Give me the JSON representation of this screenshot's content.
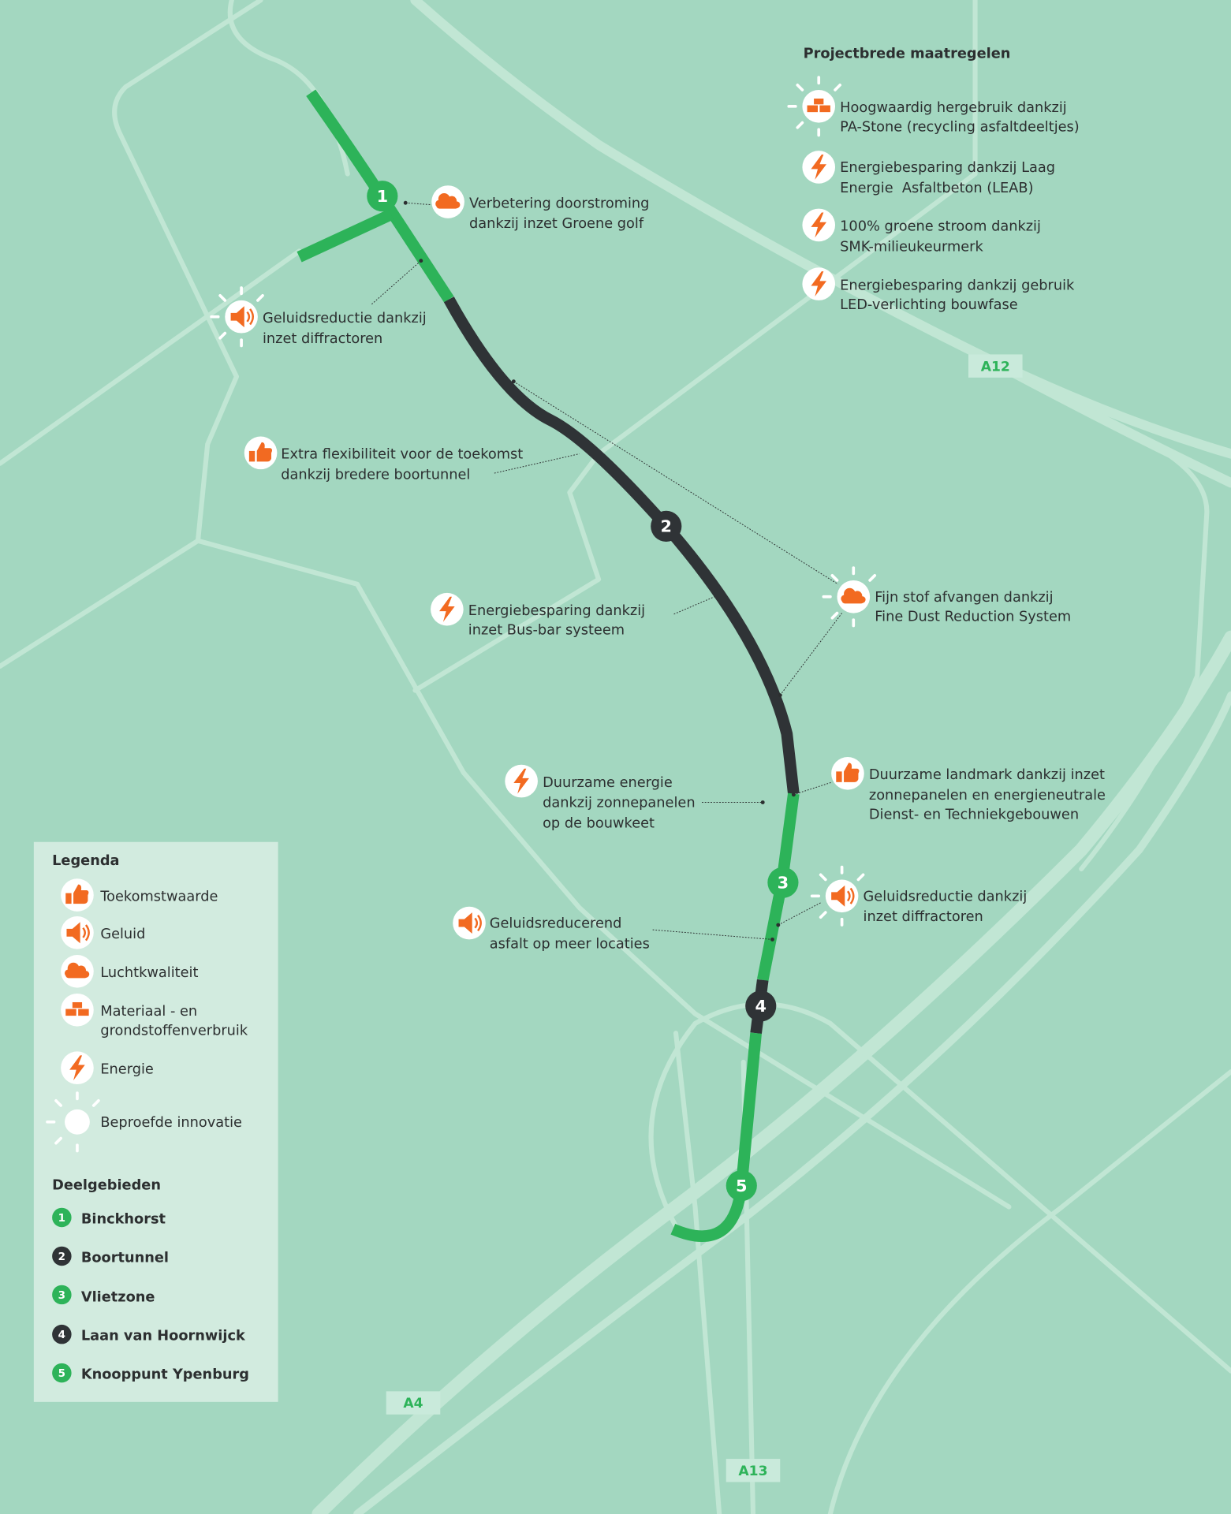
{
  "colors": {
    "background": "#a3d7c0",
    "road": "#c1e6d4",
    "route_green": "#2db359",
    "route_dark": "#2f3336",
    "icon_orange": "#f26a21",
    "legend_bg": "#d2ebdf"
  },
  "road_labels": [
    "A12",
    "A4",
    "A13"
  ],
  "route_markers": [
    "1",
    "2",
    "3",
    "4",
    "5"
  ],
  "project_wide": {
    "title": "Projectbrede maatregelen",
    "items": [
      {
        "icon": "materials-icon",
        "innovation": true,
        "lines": [
          "Hoogwaardig hergebruik dankzij",
          "PA-Stone (recycling asfaltdeeltjes)"
        ]
      },
      {
        "icon": "energy-icon",
        "innovation": false,
        "lines": [
          "Energiebesparing dankzij Laag",
          "Energie  Asfaltbeton (LEAB)"
        ]
      },
      {
        "icon": "energy-icon",
        "innovation": false,
        "lines": [
          "100% groene stroom dankzij",
          "SMK-milieukeurmerk"
        ]
      },
      {
        "icon": "energy-icon",
        "innovation": false,
        "lines": [
          "Energiebesparing dankzij gebruik",
          "LED-verlichting bouwfase"
        ]
      }
    ]
  },
  "callouts": [
    {
      "icon": "air-quality-icon",
      "innovation": false,
      "lines": [
        "Verbetering doorstroming",
        "dankzij inzet Groene golf"
      ]
    },
    {
      "icon": "sound-icon",
      "innovation": true,
      "lines": [
        "Geluidsreductie dankzij",
        "inzet diffractoren"
      ]
    },
    {
      "icon": "future-value-icon",
      "innovation": false,
      "lines": [
        "Extra flexibiliteit voor de toekomst",
        "dankzij bredere boortunnel"
      ]
    },
    {
      "icon": "energy-icon",
      "innovation": false,
      "lines": [
        "Energiebesparing dankzij",
        "inzet Bus-bar systeem"
      ]
    },
    {
      "icon": "air-quality-icon",
      "innovation": true,
      "lines": [
        "Fijn stof afvangen dankzij",
        "Fine Dust Reduction System"
      ]
    },
    {
      "icon": "energy-icon",
      "innovation": false,
      "lines": [
        "Duurzame energie",
        "dankzij zonnepanelen",
        "op de bouwkeet"
      ]
    },
    {
      "icon": "future-value-icon",
      "innovation": false,
      "lines": [
        "Duurzame landmark dankzij inzet",
        "zonnepanelen en energieneutrale",
        "Dienst- en Techniekgebouwen"
      ]
    },
    {
      "icon": "sound-icon",
      "innovation": true,
      "lines": [
        "Geluidsreductie dankzij",
        "inzet diffractoren"
      ]
    },
    {
      "icon": "sound-icon",
      "innovation": false,
      "lines": [
        "Geluidsreducerend",
        "asfalt op meer locaties"
      ]
    }
  ],
  "legend": {
    "title": "Legenda",
    "items": [
      {
        "icon": "future-value-icon",
        "lines": [
          "Toekomstwaarde"
        ]
      },
      {
        "icon": "sound-icon",
        "lines": [
          "Geluid"
        ]
      },
      {
        "icon": "air-quality-icon",
        "lines": [
          "Luchtkwaliteit"
        ]
      },
      {
        "icon": "materials-icon",
        "lines": [
          "Materiaal - en",
          "grondstoffenverbruik"
        ]
      },
      {
        "icon": "energy-icon",
        "lines": [
          "Energie"
        ]
      },
      {
        "icon": "innovation-icon",
        "lines": [
          "Beproefde innovatie"
        ]
      }
    ],
    "areas_title": "Deelgebieden",
    "areas": [
      {
        "num": "1",
        "name": "Binckhorst",
        "color": "#2db359"
      },
      {
        "num": "2",
        "name": "Boortunnel",
        "color": "#2f3336"
      },
      {
        "num": "3",
        "name": "Vlietzone",
        "color": "#2db359"
      },
      {
        "num": "4",
        "name": "Laan van Hoornwijck",
        "color": "#2f3336"
      },
      {
        "num": "5",
        "name": "Knooppunt Ypenburg",
        "color": "#2db359"
      }
    ]
  }
}
